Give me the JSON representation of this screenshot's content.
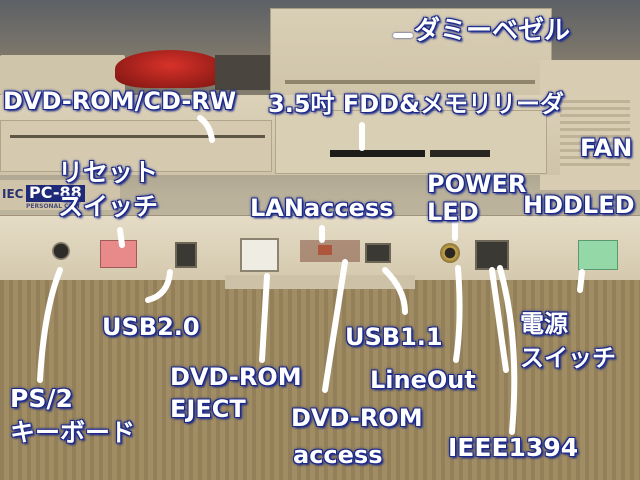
{
  "photo": {
    "case_brand_text": "PC-88",
    "case_brand_prefix": "IEC",
    "case_subtext": "PERSONAL COM",
    "colors": {
      "case": "#ddd3bd",
      "case_shadow": "#a99e86",
      "label_text": "#ffffff",
      "label_outline": "#1c2a8a",
      "reset_button": "#e88a8a",
      "power_button": "#93d8a6",
      "lan_led": "#e24a2a"
    }
  },
  "annotations": {
    "dummy_bezel": "ダミーベゼル",
    "dvd_drive": "DVD-ROM/CD-RW",
    "fdd_card": "3.5吋 FDD&メモリリーダ",
    "fan": "FAN",
    "reset_line1": "リセット",
    "reset_line2": "スイッチ",
    "power_led_line1": "POWER",
    "power_led_line2": "LED",
    "hdd_led": "HDDLED",
    "lan_access": "LANaccess",
    "usb20": "USB2.0",
    "usb11": "USB1.1",
    "power_switch_line1": "電源",
    "power_switch_line2": "スイッチ",
    "ps2_line1": "PS/2",
    "ps2_line2": "キーボード",
    "dvd_eject_line1": "DVD-ROM",
    "dvd_eject_line2": "EJECT",
    "line_out": "LineOut",
    "dvd_access_line1": "DVD-ROM",
    "dvd_access_line2": "access",
    "ieee1394": "IEEE1394"
  }
}
